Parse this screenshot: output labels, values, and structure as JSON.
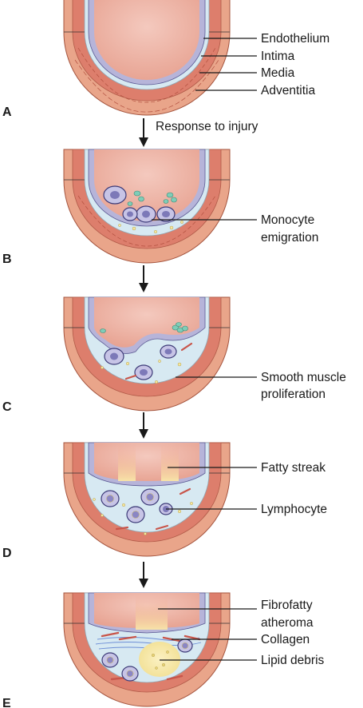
{
  "stages": [
    {
      "letter": "A",
      "labels": [
        "Endothelium",
        "Intima",
        "Media",
        "Adventitia"
      ]
    },
    {
      "letter": "B",
      "labels": [
        "Monocyte",
        "emigration"
      ]
    },
    {
      "letter": "C",
      "labels": [
        "Smooth muscle",
        "proliferation"
      ]
    },
    {
      "letter": "D",
      "labels": [
        "Fatty streak",
        "Lymphocyte"
      ]
    },
    {
      "letter": "E",
      "labels": [
        "Fibrofatty",
        "atheroma",
        "Collagen",
        "Lipid debris"
      ]
    }
  ],
  "arrow_caption": "Response to injury",
  "colors": {
    "adventitia": "#e9a58a",
    "media": "#dd7e6c",
    "lumen": "#eeb3a6",
    "intima": "#d7e9f2",
    "endothelium": "#b6b4d9",
    "monocyte_granule": "#7fcdb8",
    "lipid": "#f5e7a0"
  }
}
